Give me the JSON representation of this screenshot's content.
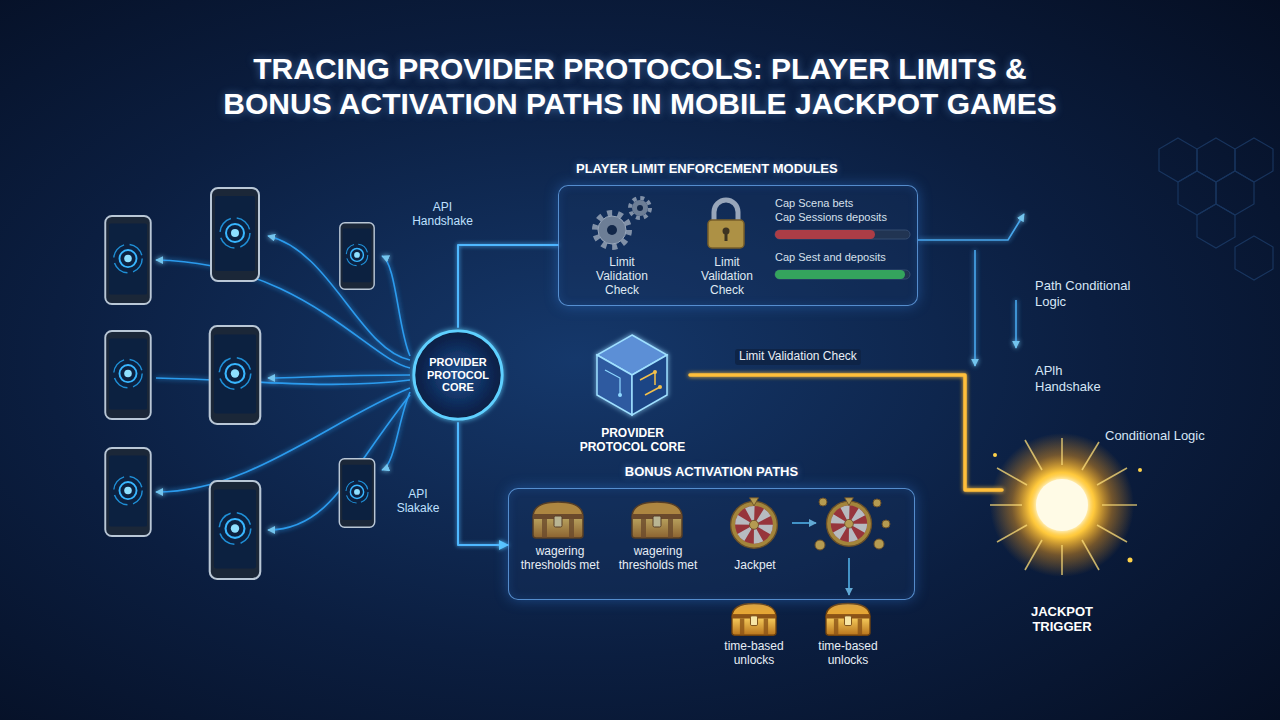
{
  "diagram": {
    "title": "TRACING PROVIDER PROTOCOLS: PLAYER LIMITS & BONUS ACTIVATION PATHS IN MOBILE JACKPOT GAMES",
    "nodes": [
      {
        "text": [
          "PROVIDER PROTOCOL CORE"
        ]
      },
      {
        "text": [
          "PLAYER LIMIT ENFORCEMENT MODULES"
        ]
      },
      {
        "text": [
          "Limit Validation Check"
        ],
        "in": 1
      },
      {
        "text": [
          "Limit Validation Check"
        ],
        "in": 1
      },
      {
        "text": [
          "PROVIDER PROTOCOL CORE"
        ]
      },
      {
        "text": [
          "BONUS ACTIVATION PATHS"
        ]
      },
      {
        "text": [
          "wagering thresholds met"
        ],
        "in": 5
      },
      {
        "text": [
          "wagering thresholds met"
        ],
        "in": 5
      },
      {
        "text": [
          "Jackpet"
        ],
        "in": 5
      },
      {
        "text": [
          "time-based unlocks"
        ]
      },
      {
        "text": [
          "time-based unlocks"
        ]
      },
      {
        "text": [
          "JACKPOT TRIGGER"
        ]
      }
    ],
    "edges": [
      {
        "from": 0,
        "to": 1,
        "arrow": "none"
      },
      {
        "from": 0,
        "to": 4,
        "arrow": "none"
      },
      {
        "from": 4,
        "to": 11,
        "label": "Limit Validation Check",
        "arrow": "none"
      },
      {
        "from": 0,
        "to": 5,
        "arrow": "to"
      },
      {
        "from": 6,
        "to": 7,
        "arrow": "to"
      },
      {
        "from": 7,
        "to": 8,
        "arrow": "to"
      },
      {
        "from": 8,
        "to": 9,
        "arrow": "to"
      },
      {
        "from": 5,
        "to": 11,
        "arrow": "none"
      }
    ],
    "labels": [
      "API Handshake",
      "Cap Scena bets",
      "Cap Sessions deposits",
      "Cap Sest and deposits",
      "Path Conditional Logic",
      "APlh Handshake",
      "Conditional Logic",
      "API Slakake"
    ]
  }
}
